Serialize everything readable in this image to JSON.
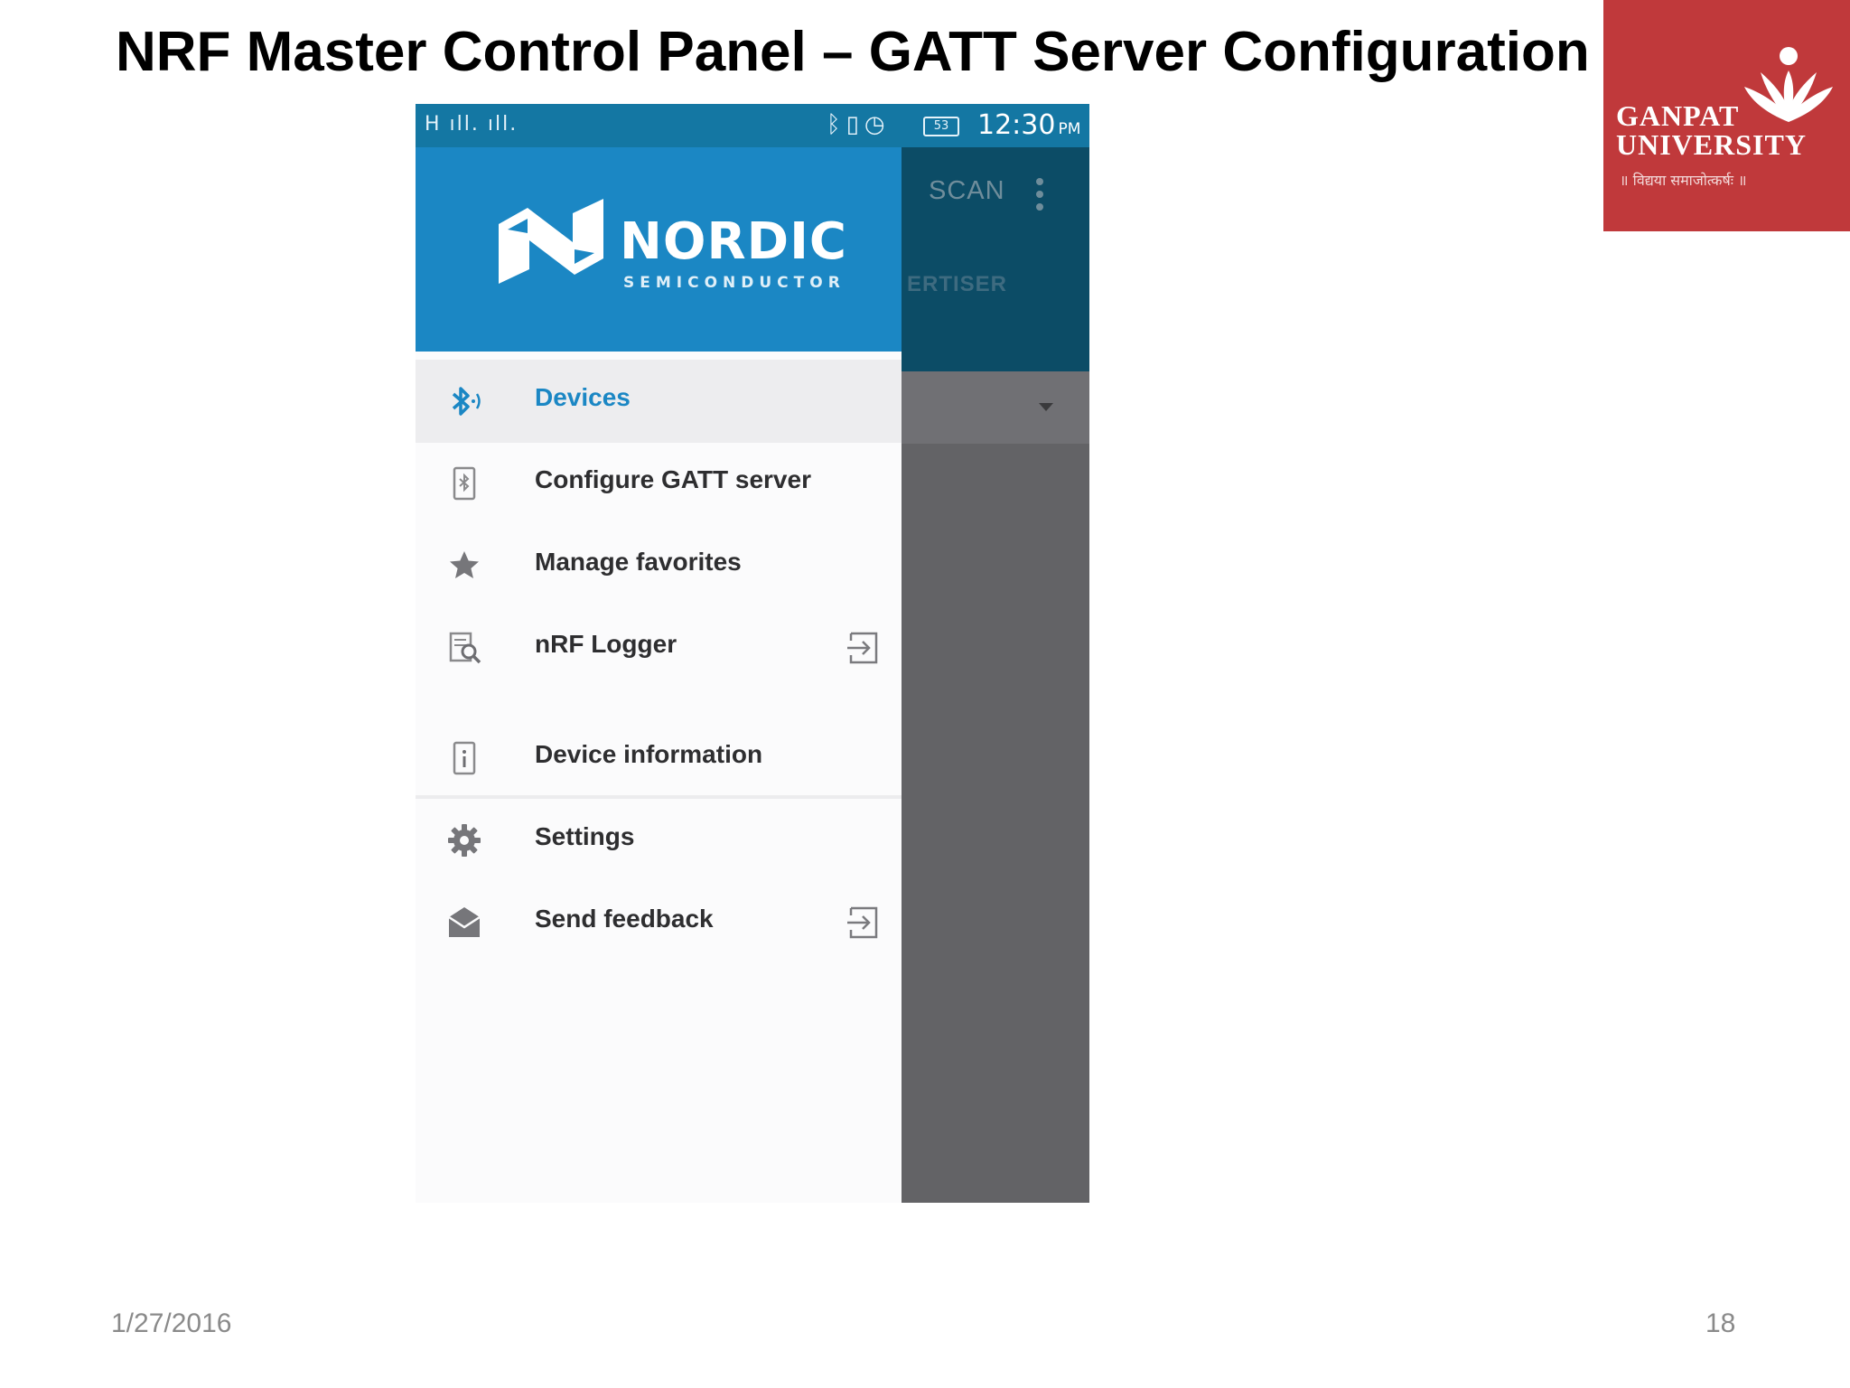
{
  "slide": {
    "title": "NRF  Master Control Panel – GATT Server Configuration",
    "date": "1/27/2016",
    "page_number": "18"
  },
  "logo": {
    "name_line1": "GANPAT",
    "name_line2": "UNIVERSITY",
    "motto": "॥ विद्यया समाजोत्कर्षः ॥",
    "background": "#c0393b"
  },
  "phone": {
    "status_bar": {
      "signal": "H ıll. ıll.",
      "battery": "53",
      "time": "12:30",
      "ampm": "PM",
      "icons": [
        "bluetooth-icon",
        "vibrate-icon",
        "alarm-icon",
        "battery-icon"
      ]
    },
    "toolbar": {
      "scan_label": "SCAN",
      "tab_label": "ERTISER"
    },
    "drawer": {
      "brand": "NORDIC",
      "brand_sub": "SEMICONDUCTOR",
      "accent": "#1b87c4",
      "items": [
        {
          "label": "Devices",
          "icon": "bluetooth-icon",
          "active": true
        },
        {
          "label": "Configure GATT server",
          "icon": "phone-bluetooth-icon"
        },
        {
          "label": "Manage favorites",
          "icon": "star-icon"
        },
        {
          "label": "nRF Logger",
          "icon": "logger-icon",
          "external": true
        },
        {
          "label": "Device information",
          "icon": "info-icon"
        },
        {
          "label": "Settings",
          "icon": "gear-icon"
        },
        {
          "label": "Send feedback",
          "icon": "mail-icon",
          "external": true
        }
      ]
    }
  }
}
